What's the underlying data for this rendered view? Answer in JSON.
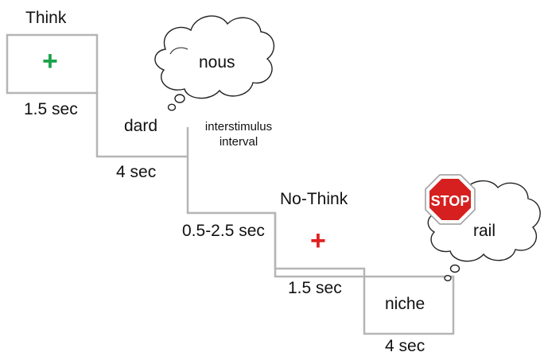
{
  "think": {
    "heading": "Think",
    "cross": "+",
    "cross_color": "#1aa34a",
    "cue_duration": "1.5 sec",
    "cue_word": "dard",
    "cue_word_duration": "4 sec",
    "thought_word": "nous"
  },
  "isi": {
    "label_line1": "interstimulus",
    "label_line2": "interval",
    "duration": "0.5-2.5 sec"
  },
  "nothink": {
    "heading": "No-Think",
    "cross": "+",
    "cross_color": "#e02020",
    "cue_duration": "1.5 sec",
    "cue_word": "niche",
    "cue_word_duration": "4 sec",
    "stop_sign_text": "STOP",
    "stop_sign_color": "#d62020",
    "thought_word": "rail"
  }
}
